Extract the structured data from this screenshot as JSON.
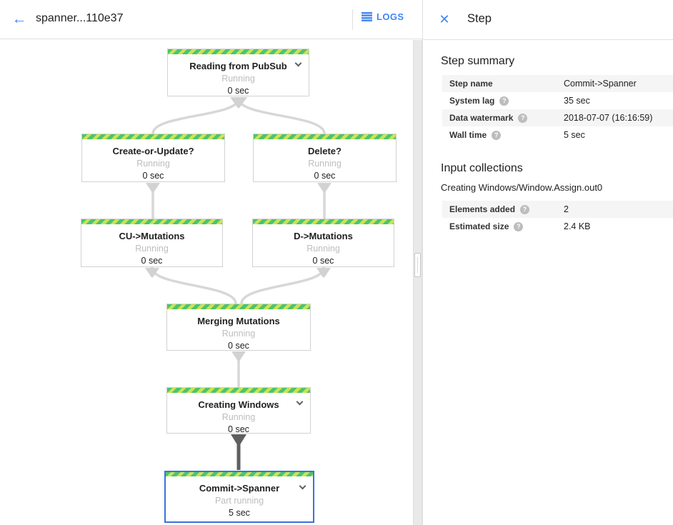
{
  "header": {
    "back_glyph": "←",
    "title": "spanner...110e37",
    "logs_label": "LOGS"
  },
  "icons": {
    "help_glyph": "?",
    "close_glyph": "✕"
  },
  "colors": {
    "accent_blue": "#4285f4",
    "selected_node_border": "#3e70e0",
    "stripe_green": "#4cc46e",
    "stripe_lime": "#c9e455",
    "edge_light": "#d7d7d7",
    "edge_dark": "#5f5f5f",
    "status_text": "#bdbdbd"
  },
  "panel": {
    "title": "Step",
    "summary": {
      "heading": "Step summary",
      "rows": [
        {
          "label": "Step name",
          "value": "Commit->Spanner"
        },
        {
          "label": "System lag",
          "value": "35 sec"
        },
        {
          "label": "Data watermark",
          "value": "2018-07-07 (16:16:59)"
        },
        {
          "label": "Wall time",
          "value": "5 sec"
        }
      ]
    },
    "input_collections": {
      "heading": "Input collections",
      "collection_name": "Creating Windows/Window.Assign.out0",
      "rows": [
        {
          "label": "Elements added",
          "value": "2"
        },
        {
          "label": "Estimated size",
          "value": "2.4 KB"
        }
      ]
    }
  },
  "graph": {
    "nodes": [
      {
        "title": "Reading from PubSub",
        "status": "Running",
        "time": "0 sec"
      },
      {
        "title": "Create-or-Update?",
        "status": "Running",
        "time": "0 sec"
      },
      {
        "title": "Delete?",
        "status": "Running",
        "time": "0 sec"
      },
      {
        "title": "CU->Mutations",
        "status": "Running",
        "time": "0 sec"
      },
      {
        "title": "D->Mutations",
        "status": "Running",
        "time": "0 sec"
      },
      {
        "title": "Merging Mutations",
        "status": "Running",
        "time": "0 sec"
      },
      {
        "title": "Creating Windows",
        "status": "Running",
        "time": "0 sec"
      },
      {
        "title": "Commit->Spanner",
        "status": "Part running",
        "time": "5 sec"
      }
    ]
  }
}
